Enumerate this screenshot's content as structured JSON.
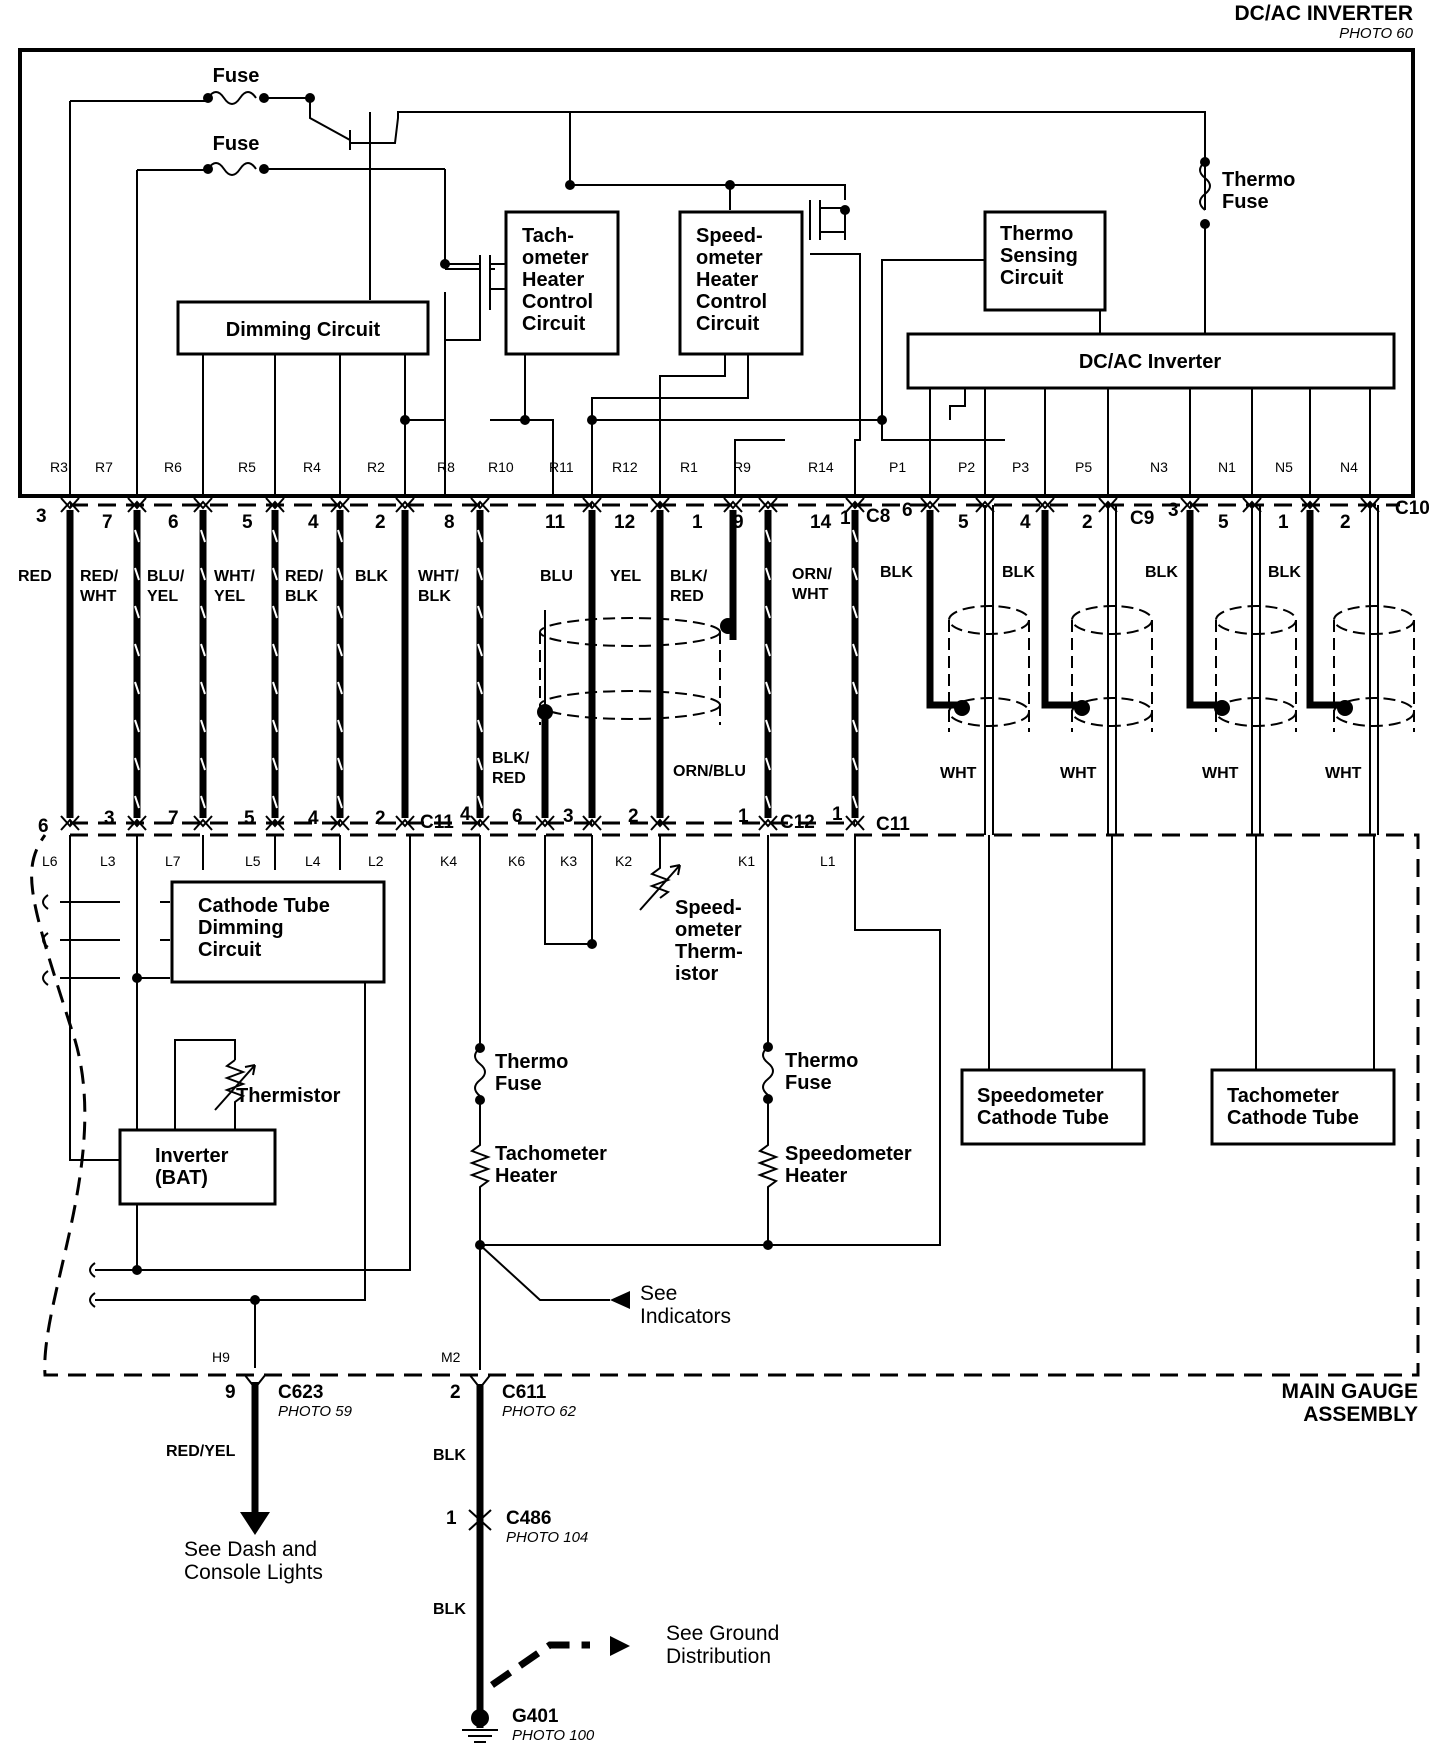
{
  "inverter_unit": {
    "title": "DC/AC INVERTER",
    "photo": "PHOTO 60",
    "fuse_1": "Fuse",
    "fuse_2": "Fuse",
    "thermo_fuse": [
      "Thermo",
      "Fuse"
    ],
    "dimming_circuit": "Dimming Circuit",
    "tach_heater_control": [
      "Tach-",
      "ometer",
      "Heater",
      "Control",
      "Circuit"
    ],
    "speedo_heater_control": [
      "Speed-",
      "ometer",
      "Heater",
      "Control",
      "Circuit"
    ],
    "thermo_sensing": [
      "Thermo",
      "Sensing",
      "Circuit"
    ],
    "dcac_inverter": "DC/AC Inverter",
    "terminals": [
      "R3",
      "R7",
      "R6",
      "R5",
      "R4",
      "R2",
      "R8",
      "R10",
      "R11",
      "R12",
      "R1",
      "R9",
      "R14",
      "P1",
      "P2",
      "P3",
      "P5",
      "N3",
      "N1",
      "N5",
      "N4"
    ]
  },
  "connectors_top": {
    "c8": "C8",
    "c9": "C9",
    "c10": "C10",
    "pins": [
      "3",
      "7",
      "6",
      "5",
      "4",
      "2",
      "8",
      "11",
      "12",
      "1",
      "9",
      "14",
      "1",
      "6",
      "5",
      "4",
      "2",
      "3",
      "5",
      "1",
      "2"
    ]
  },
  "wire_colors": {
    "red": "RED",
    "red_wht": [
      "RED/",
      "WHT"
    ],
    "blu_yel": [
      "BLU/",
      "YEL"
    ],
    "wht_yel": [
      "WHT/",
      "YEL"
    ],
    "red_blk": [
      "RED/",
      "BLK"
    ],
    "blk": "BLK",
    "wht_blk": [
      "WHT/",
      "BLK"
    ],
    "blu": "BLU",
    "yel": "YEL",
    "blk_red": [
      "BLK/",
      "RED"
    ],
    "orn_wht": [
      "ORN/",
      "WHT"
    ],
    "blk_red_2": [
      "BLK/",
      "RED"
    ],
    "orn_blu": "ORN/BLU",
    "wht": "WHT",
    "blk_gnd": "BLK",
    "blk_gnd_2": "BLK",
    "red_yel": "RED/YEL"
  },
  "connectors_mid": {
    "c11": "C11",
    "c12": "C12",
    "c11b": "C11",
    "pins": [
      "6",
      "3",
      "7",
      "5",
      "4",
      "2",
      "4",
      "6",
      "3",
      "2",
      "1",
      "1"
    ]
  },
  "gauge_assembly": {
    "title": [
      "MAIN GAUGE",
      "ASSEMBLY"
    ],
    "terminals": [
      "L6",
      "L3",
      "L7",
      "L5",
      "L4",
      "L2",
      "K4",
      "K6",
      "K3",
      "K2",
      "K1",
      "L1",
      "H9",
      "M2"
    ],
    "cathode_dimming": [
      "Cathode Tube",
      "Dimming",
      "Circuit"
    ],
    "thermistor": "Thermistor",
    "inverter_bat": [
      "Inverter",
      "(BAT)"
    ],
    "speedo_thermistor": [
      "Speed-",
      "ometer",
      "Therm-",
      "istor"
    ],
    "thermo_fuse_1": [
      "Thermo",
      "Fuse"
    ],
    "thermo_fuse_2": [
      "Thermo",
      "Fuse"
    ],
    "tach_heater": [
      "Tachometer",
      "Heater"
    ],
    "speedo_heater": [
      "Speedometer",
      "Heater"
    ],
    "speedo_cathode": [
      "Speedometer",
      "Cathode Tube"
    ],
    "tach_cathode": [
      "Tachometer",
      "Cathode Tube"
    ],
    "see_indicators": [
      "See",
      "Indicators"
    ]
  },
  "bottom": {
    "c623": "C623",
    "c623_photo": "PHOTO 59",
    "c623_pin": "9",
    "c611": "C611",
    "c611_photo": "PHOTO 62",
    "c611_pin": "2",
    "c486": "C486",
    "c486_photo": "PHOTO 104",
    "c486_pin": "1",
    "g401": "G401",
    "g401_photo": "PHOTO 100",
    "see_dash": [
      "See Dash and",
      "Console Lights"
    ],
    "see_ground": [
      "See Ground",
      "Distribution"
    ]
  }
}
